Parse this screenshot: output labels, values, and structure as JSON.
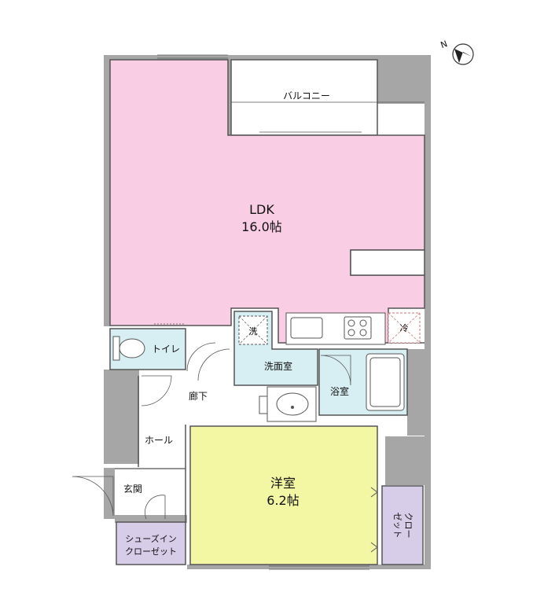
{
  "colors": {
    "wall": "#a6a6a6",
    "ldk": "#f9cde3",
    "wet": "#d7eff3",
    "western": "#f3f6a3",
    "closet": "#d7cde9",
    "outline": "#555555"
  },
  "north": {
    "letter": "N",
    "icon": "compass-arrow-icon"
  },
  "rooms": {
    "balcony": "バルコニー",
    "ldk_name": "LDK",
    "ldk_size": "16.0帖",
    "toilet": "トイレ",
    "washroom": "洗面室",
    "bath": "浴室",
    "corridor": "廊下",
    "hall": "ホール",
    "entrance": "玄関",
    "western_name": "洋室",
    "western_size": "6.2帖",
    "closet_line1": "クロー",
    "closet_line2": "ゼット",
    "shoes_line1": "シューズイン",
    "shoes_line2": "クローゼット",
    "washer": "洗",
    "fridge": "冷"
  }
}
